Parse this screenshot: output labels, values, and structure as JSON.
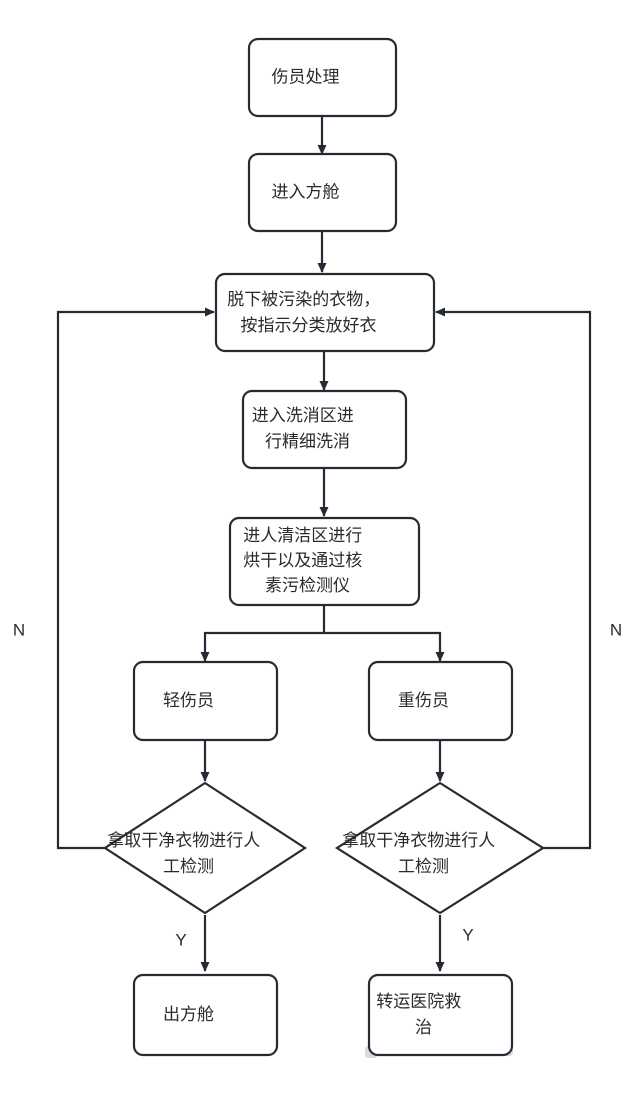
{
  "diagram": {
    "type": "flowchart",
    "orientation": "top-to-bottom",
    "title": "",
    "nodes": [
      {
        "id": "n1",
        "shape": "rounded-rect",
        "lines": [
          "伤员处理"
        ]
      },
      {
        "id": "n2",
        "shape": "rounded-rect",
        "lines": [
          "进入方舱"
        ]
      },
      {
        "id": "n3",
        "shape": "rounded-rect",
        "lines": [
          "脱下被污染的衣物，",
          "按指示分类放好衣"
        ]
      },
      {
        "id": "n4",
        "shape": "rounded-rect",
        "lines": [
          "进入洗消区进",
          "行精细洗消"
        ]
      },
      {
        "id": "n5",
        "shape": "rounded-rect",
        "lines": [
          "进人清洁区进行",
          "烘干以及通过核",
          "素污检测仪"
        ]
      },
      {
        "id": "n6",
        "shape": "rounded-rect",
        "lines": [
          "轻伤员"
        ]
      },
      {
        "id": "n7",
        "shape": "rounded-rect",
        "lines": [
          "重伤员"
        ]
      },
      {
        "id": "n8",
        "shape": "diamond",
        "lines": [
          "拿取干净衣物进行人",
          "工检测"
        ]
      },
      {
        "id": "n9",
        "shape": "diamond",
        "lines": [
          "拿取干净衣物进行人",
          "工检测"
        ]
      },
      {
        "id": "n10",
        "shape": "rounded-rect",
        "lines": [
          "出方舱"
        ]
      },
      {
        "id": "n11",
        "shape": "rounded-rect",
        "lines": [
          "转运医院救",
          "治"
        ],
        "selected": true
      }
    ],
    "edges": [
      {
        "id": "e1",
        "from": "n1",
        "to": "n2",
        "label": ""
      },
      {
        "id": "e2",
        "from": "n2",
        "to": "n3",
        "label": ""
      },
      {
        "id": "e3",
        "from": "n3",
        "to": "n4",
        "label": ""
      },
      {
        "id": "e4",
        "from": "n4",
        "to": "n5",
        "label": ""
      },
      {
        "id": "e5",
        "from": "n5",
        "to": "n6",
        "label": ""
      },
      {
        "id": "e6",
        "from": "n5",
        "to": "n7",
        "label": ""
      },
      {
        "id": "e7",
        "from": "n6",
        "to": "n8",
        "label": ""
      },
      {
        "id": "e8",
        "from": "n7",
        "to": "n9",
        "label": ""
      },
      {
        "id": "e9",
        "from": "n8",
        "to": "n10",
        "label": "Y"
      },
      {
        "id": "e10",
        "from": "n9",
        "to": "n11",
        "label": "Y"
      },
      {
        "id": "e11",
        "from": "n8",
        "to": "n3",
        "label": "N"
      },
      {
        "id": "e12",
        "from": "n9",
        "to": "n3",
        "label": "N"
      }
    ],
    "edge_labels": {
      "left_no": "N",
      "right_no": "N",
      "left_yes": "Y",
      "right_yes": "Y"
    },
    "colors": {
      "stroke": "#262b33",
      "fill": "#ffffff",
      "text": "#2b2b2b",
      "background": "#ffffff",
      "selection": "#b9bcc2"
    }
  }
}
